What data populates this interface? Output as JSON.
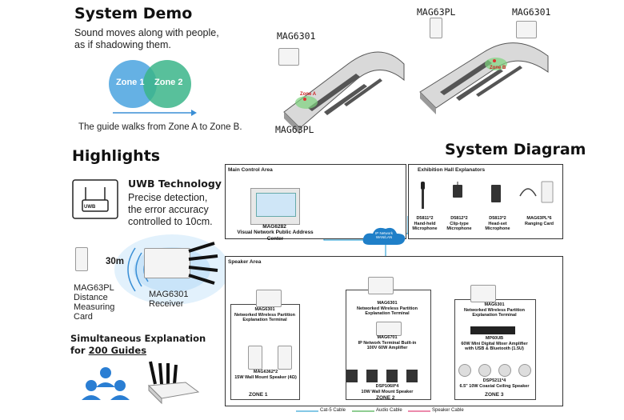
{
  "demo": {
    "title": "System Demo",
    "desc_line1": "Sound moves along with people,",
    "desc_line2": "as if shadowing them.",
    "zone1": "Zone 1",
    "zone2": "Zone 2",
    "guide_text": "The guide walks from Zone A to Zone B.",
    "img_labels": [
      "MAG6301",
      "MAG63PL",
      "MAG63PL",
      "MAG6301"
    ],
    "zone_a_tag": "Zone A",
    "zone_b_tag": "Zone B"
  },
  "highlights": {
    "title": "Highlights",
    "uwb_title": "UWB Technology",
    "uwb_line1": "Precise detection,",
    "uwb_line2": "the error accuracy",
    "uwb_line3": "controlled to 10cm.",
    "uwb_chip": "UWB",
    "distance": "30m",
    "card_line1": "MAG63PL",
    "card_line2": "Distance",
    "card_line3": "Measuring",
    "card_line4": "Card",
    "receiver_line1": "MAG6301",
    "receiver_line2": "Receiver",
    "simul_line1": "Simultaneous Explanation",
    "simul_for": "for ",
    "simul_num": "200 Guides"
  },
  "diagram": {
    "title": "System Diagram",
    "main_control": "Main Control Area",
    "mag6282_line1": "MAG6282",
    "mag6282_line2": "Visual Network Public Address Center",
    "explainers_title": "Exhibition Hall Explanators",
    "explainers": [
      {
        "l1": "D5811*2",
        "l2": "Hand-held",
        "l3": "Microphone"
      },
      {
        "l1": "D5812*2",
        "l2": "Clip-type",
        "l3": "Microphone"
      },
      {
        "l1": "D5813*2",
        "l2": "Head-set",
        "l3": "Microphone"
      },
      {
        "l1": "MAG63PL*6",
        "l2": "Ranging Card",
        "l3": ""
      }
    ],
    "cloud_line1": "IP Network",
    "cloud_line2": "WAN/LAN",
    "speaker_area": "Speaker Area",
    "terminal_name": "MAG6301",
    "terminal_line1": "Networked Wireless Partition",
    "terminal_line2": "Explanation Terminal",
    "zone1_spk_line1": "MAG6362*2",
    "zone1_spk_line2": "15W Wall Mount Speaker (4Ω)",
    "mag6701_l1": "MAG6701",
    "mag6701_l2": "IP Network Terminal Built-in",
    "mag6701_l3": "100V 60W Amplifier",
    "zone2_spk_line1": "DSP106II*4",
    "zone2_spk_line2": "10W Wall Mount Speaker",
    "mp60ub_l1": "MP60UB",
    "mp60ub_l2": "60W Mini Digital Mixer Amplifier",
    "mp60ub_l3": "with USB & Bluetooth (1.5U)",
    "zone3_spk_line1": "DSP5211*4",
    "zone3_spk_line2": "6.5\" 10W Coaxial  Ceiling Speaker",
    "zone1": "ZONE 1",
    "zone2": "ZONE 2",
    "zone3": "ZONE 3",
    "legend": [
      "Cat-5 Cable",
      "Audio Cable",
      "Speaker Cable"
    ]
  },
  "colors": {
    "cat5": "#3aa6d8",
    "audio": "#4caf50",
    "speaker": "#e0457b",
    "zone1": "#4aa3df",
    "zone2": "#3bb58a"
  }
}
